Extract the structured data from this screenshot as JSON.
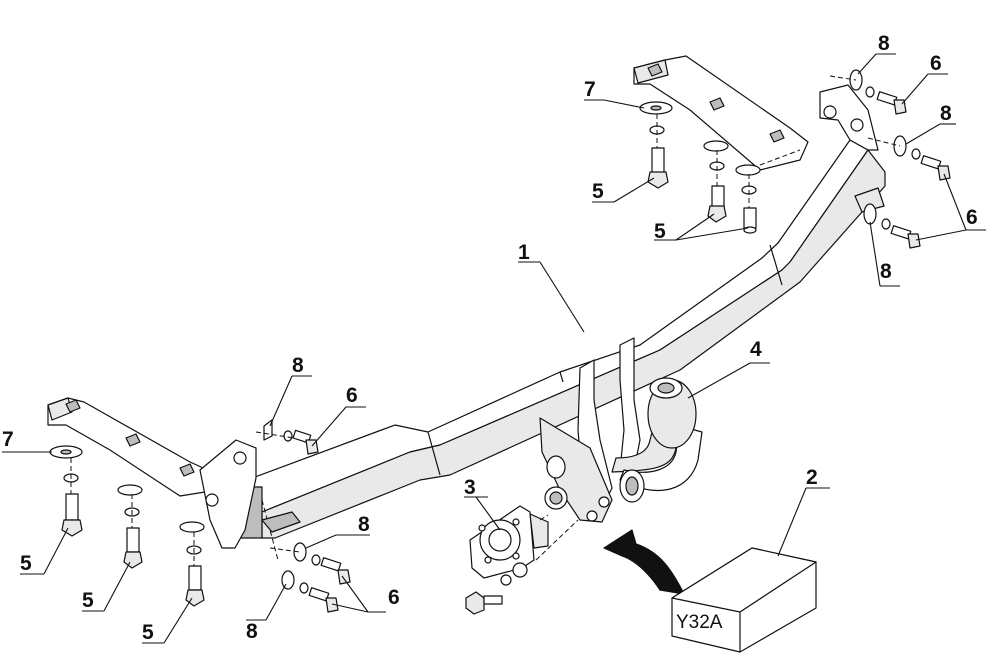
{
  "labels": {
    "beam": "1",
    "kit": "2",
    "socket_plate": "3",
    "ball": "4",
    "bolt": "5",
    "screw": "6",
    "plate_washer": "7",
    "washer": "8"
  },
  "kit_code": "Y32A",
  "colors": {
    "line": "#111111",
    "shade": "#e9e9e9",
    "dark": "#bdbdbd"
  }
}
